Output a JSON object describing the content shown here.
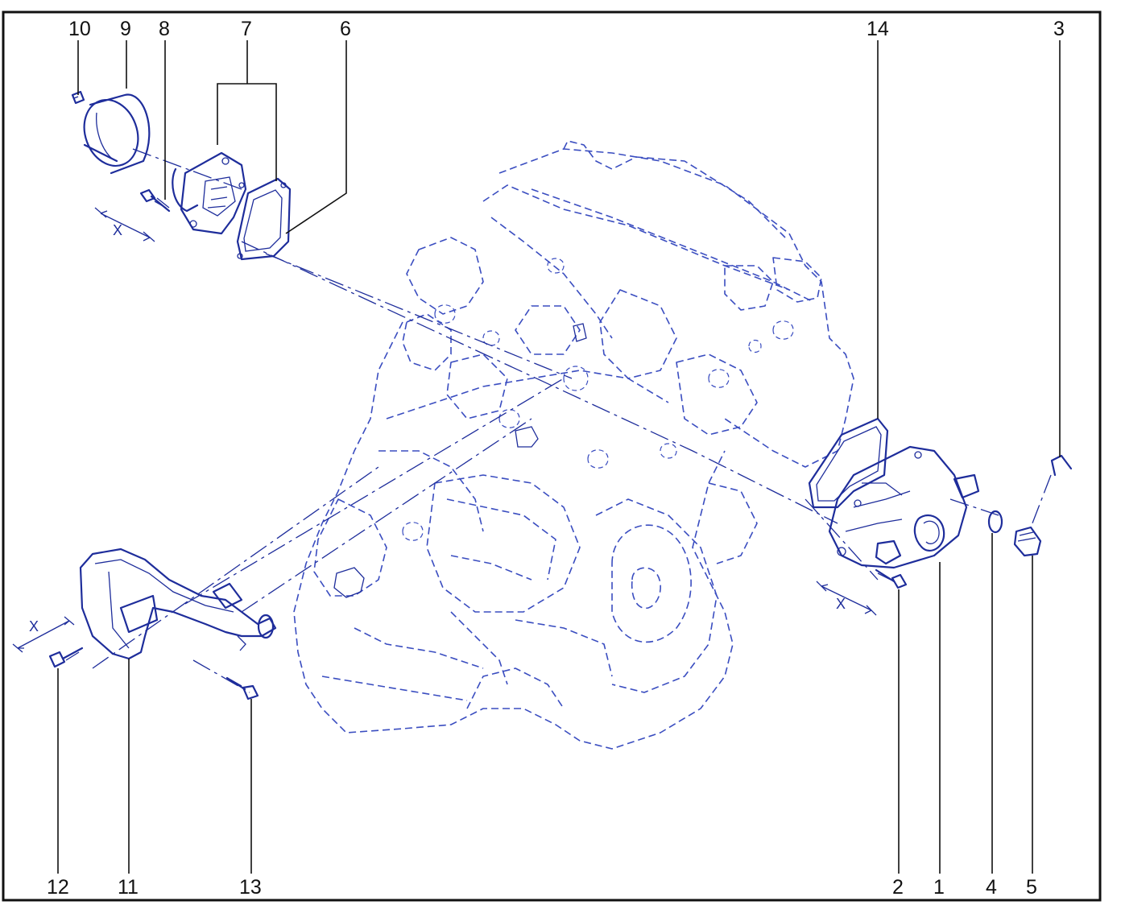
{
  "diagram": {
    "callouts": [
      {
        "id": "10",
        "label": "10"
      },
      {
        "id": "9",
        "label": "9"
      },
      {
        "id": "8",
        "label": "8"
      },
      {
        "id": "7",
        "label": "7"
      },
      {
        "id": "6",
        "label": "6"
      },
      {
        "id": "14",
        "label": "14"
      },
      {
        "id": "3",
        "label": "3"
      },
      {
        "id": "12",
        "label": "12"
      },
      {
        "id": "11",
        "label": "11"
      },
      {
        "id": "13",
        "label": "13"
      },
      {
        "id": "2",
        "label": "2"
      },
      {
        "id": "1",
        "label": "1"
      },
      {
        "id": "4",
        "label": "4"
      },
      {
        "id": "5",
        "label": "5"
      }
    ],
    "dimension_marks": [
      {
        "id": "pump",
        "label": "X"
      },
      {
        "id": "thermostat",
        "label": "X"
      },
      {
        "id": "pipe",
        "label": "X"
      }
    ],
    "colors": {
      "border": "#111111",
      "line_art": "#1e2d9b",
      "ghost_engine": "#3a4dc0",
      "label_text": "#111111"
    }
  }
}
